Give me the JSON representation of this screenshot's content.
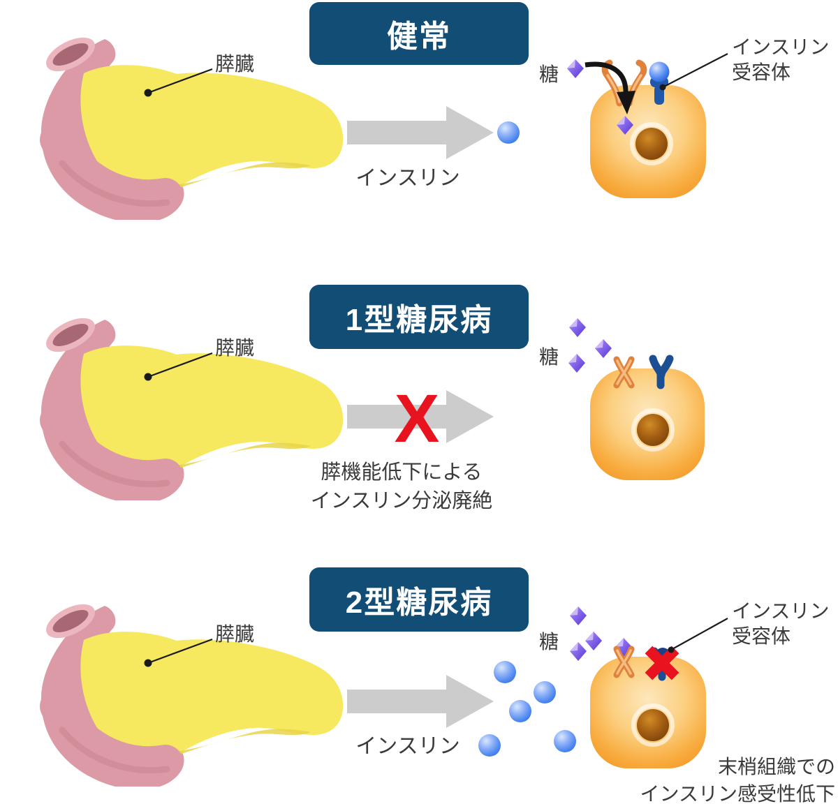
{
  "colors": {
    "title_bg": "#114d75",
    "title_text": "#ffffff",
    "body_text": "#3a3a3a",
    "arrow_gray": "#cccccc",
    "blocked_red": "#e8131f",
    "insulin_blue": "#4a85f0",
    "glucose_purple": "#7e5ee8",
    "cell_orange": "#f3992a",
    "nucleus_brown": "#7b420b",
    "pancreas_yellow": "#f6e95f",
    "duodenum_pink": "#db9aa5",
    "receptor_blue": "#1c4e94",
    "channel_orange": "#e0813c"
  },
  "rows": [
    {
      "id": "healthy",
      "title": "健常",
      "pancreas_label": "膵臓",
      "arrow_label": "インスリン",
      "glucose_label": "糖",
      "receptor_label_line1": "インスリン",
      "receptor_label_line2": "受容体",
      "insulin_count": 1,
      "glucose_outside_count": 1,
      "glucose_inside_cell": true,
      "channel_state": "open",
      "receptor_state": "insulin-bound"
    },
    {
      "id": "type1-diabetes",
      "title": "1型糖尿病",
      "pancreas_label": "膵臓",
      "glucose_label": "糖",
      "blocked_mark": "X",
      "note_line1": "膵機能低下による",
      "note_line2": "インスリン分泌廃絶",
      "insulin_count": 0,
      "glucose_outside_count": 3,
      "glucose_inside_cell": false,
      "channel_state": "closed",
      "receptor_state": "empty"
    },
    {
      "id": "type2-diabetes",
      "title": "2型糖尿病",
      "pancreas_label": "膵臓",
      "arrow_label": "インスリン",
      "glucose_label": "糖",
      "receptor_label_line1": "インスリン",
      "receptor_label_line2": "受容体",
      "note_line1": "末梢組織での",
      "note_line2": "インスリン感受性低下",
      "insulin_count": 5,
      "glucose_outside_count": 4,
      "glucose_inside_cell": false,
      "channel_state": "closed",
      "receptor_state": "blocked"
    }
  ]
}
